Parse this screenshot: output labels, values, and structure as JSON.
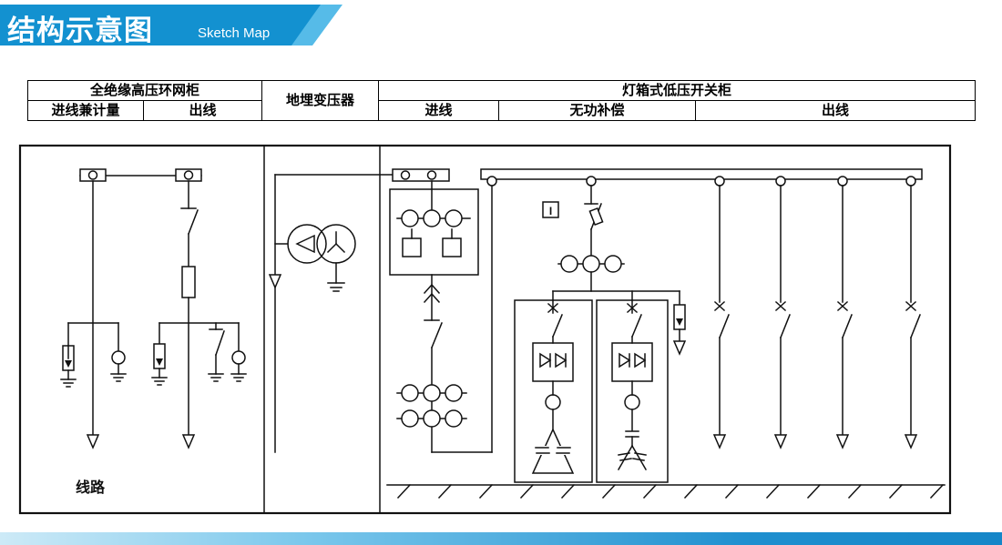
{
  "header": {
    "title": "结构示意图",
    "subtitle": "Sketch Map"
  },
  "table": {
    "hv_cabinet": "全绝缘高压环网柜",
    "hv_incoming_metering": "进线兼计量",
    "hv_outgoing": "出线",
    "transformer": "地埋变压器",
    "lv_cabinet": "灯箱式低压开关柜",
    "lv_incoming": "进线",
    "lv_compensation": "无功补偿",
    "lv_outgoing": "出线"
  },
  "diagram": {
    "line_label": "线路",
    "indicator_label": "I"
  },
  "colors": {
    "banner_blue": "#1391d0",
    "banner_light_blue": "#56bbe8",
    "bottom_bar_blue": "#1586c8",
    "line_color": "#111111"
  }
}
